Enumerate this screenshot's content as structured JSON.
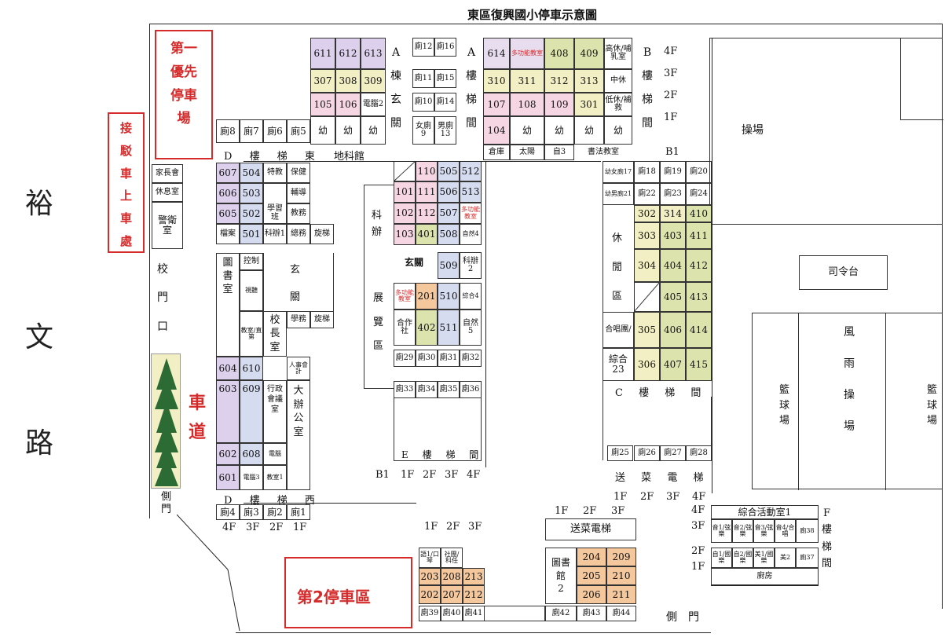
{
  "title": "東區復興國小停車示意圖",
  "street": [
    "裕",
    "文",
    "路"
  ],
  "labels": {
    "parking1": [
      "第一",
      "優先",
      "停車",
      "場"
    ],
    "pickup": [
      "接",
      "駁",
      "車",
      "上",
      "車",
      "處"
    ],
    "driveway": [
      "車",
      "道"
    ],
    "parking2": "第2停車區",
    "playground": "操場",
    "podium": "司令台",
    "basketball": [
      "籃",
      "球",
      "場"
    ],
    "rain_field": [
      "風",
      "雨",
      "操",
      "場"
    ],
    "school_gate": [
      "校",
      "門",
      "口"
    ],
    "side_gate": [
      "側",
      "門"
    ],
    "side_gate_bottom": "側　門",
    "guard": [
      "警衛",
      "室"
    ],
    "parents": "家長會",
    "rest": "休息室",
    "library": [
      "圖",
      "書",
      "室"
    ],
    "lobby": [
      "玄",
      "關"
    ],
    "principal": [
      "校",
      "長",
      "室"
    ],
    "office": [
      "大",
      "辦",
      "公",
      "室"
    ],
    "admin_meeting": [
      "行政",
      "會議",
      "室"
    ],
    "rest_area": [
      "休",
      "閒",
      "區"
    ],
    "exhibit": [
      "展",
      "覽",
      "區"
    ],
    "science_office": [
      "科",
      "辦"
    ],
    "earth_hall": "地科館",
    "calligraphy": "書法教室",
    "catering_lift": "送菜電梯",
    "activity_room": "綜合活動室1",
    "kitchen": "廚房",
    "library2": [
      "圖書",
      "館",
      "2"
    ]
  },
  "floor_labels": {
    "f4": "4F",
    "f3": "3F",
    "f2": "2F",
    "f1": "1F",
    "b1": "B1"
  },
  "stairs": {
    "a": [
      "A",
      "棟",
      "玄",
      "關"
    ],
    "a2": [
      "A",
      "樓",
      "梯",
      "間"
    ],
    "b": [
      "B",
      "樓",
      "梯",
      "間"
    ],
    "c": [
      "C",
      "樓",
      "梯",
      "間"
    ],
    "d": [
      "D",
      "樓",
      "梯",
      "東"
    ],
    "d2": [
      "D",
      "樓",
      "梯",
      "西"
    ],
    "e": [
      "E",
      "樓",
      "梯",
      "間"
    ],
    "f": [
      "F",
      "樓",
      "梯",
      "間"
    ],
    "send": [
      "送",
      "菜",
      "電",
      "梯"
    ]
  },
  "top_block": {
    "row4": [
      "611",
      "612",
      "613",
      "614",
      "多功能教室",
      "408",
      "409",
      "高休/哺乳室"
    ],
    "row3": [
      "307",
      "308",
      "309",
      "310",
      "311",
      "312",
      "313",
      "中休"
    ],
    "row2": [
      "105",
      "106",
      "電腦2",
      "107",
      "108",
      "109",
      "301",
      "低休/補救"
    ],
    "row1": [
      "幼",
      "幼",
      "幼",
      "104",
      "幼",
      "幼",
      "幼",
      "幼"
    ],
    "toilets_a": [
      "廁12",
      "廁16",
      "廁11",
      "廁15",
      "廁10",
      "廁14",
      "女廁9",
      "男廁13"
    ],
    "bottom": [
      "倉庫",
      "太陽",
      "自3"
    ]
  },
  "left_block": {
    "toilets_top": [
      "廁8",
      "廁7",
      "廁6",
      "廁5"
    ],
    "rows": [
      [
        "607",
        "504",
        "特教",
        "保健"
      ],
      [
        "606",
        "503",
        "",
        "輔導"
      ],
      [
        "605",
        "502",
        "學習班",
        "教務"
      ],
      [
        "檔案",
        "501",
        "科辦1",
        "總務",
        "旋梯"
      ]
    ],
    "control": "控制",
    "av": "視聽",
    "teacher": "教室/直第",
    "academic": "學務",
    "spiral2": "旋梯",
    "personnel": "人事會計",
    "lower": [
      "604",
      "610",
      "603",
      "609",
      "602",
      "608",
      "601",
      "電腦",
      "電腦3",
      "教室1"
    ],
    "toilets_bottom": [
      "廁4",
      "廁3",
      "廁2",
      "廁1"
    ],
    "floors_bottom": [
      "4F",
      "3F",
      "2F",
      "1F"
    ]
  },
  "center_block": {
    "rows": [
      [
        "110",
        "505",
        "512"
      ],
      [
        "101",
        "111",
        "506",
        "513"
      ],
      [
        "102",
        "112",
        "507",
        "多功能教室"
      ],
      [
        "103",
        "401",
        "508",
        "自然4"
      ]
    ],
    "lobby": "玄關",
    "r509": "509",
    "sci2": "科辦2",
    "multi": "多功能教室",
    "r201": "201",
    "r510": "510",
    "comp4": "綜合4",
    "coop": "合作社",
    "r402": "402",
    "r511": "511",
    "nat5": "自然5",
    "toilets1": [
      "廁29",
      "廁30",
      "廁31",
      "廁32"
    ],
    "toilets2": [
      "廁33",
      "廁34",
      "廁35",
      "廁36"
    ],
    "floors": [
      "B1",
      "1F",
      "2F",
      "3F",
      "4F"
    ]
  },
  "right_block": {
    "top": [
      "幼女廁17",
      "廁18",
      "廁19",
      "廁20",
      "幼男廁21",
      "廁22",
      "廁23",
      "廁24"
    ],
    "rows": [
      [
        "302",
        "314",
        "410"
      ],
      [
        "303",
        "403",
        "411"
      ],
      [
        "304",
        "404",
        "412"
      ],
      [
        "",
        "405",
        "413"
      ],
      [
        "305",
        "406",
        "414"
      ],
      [
        "306",
        "407",
        "415"
      ]
    ],
    "choir": "合唱團/",
    "comp23": "綜合23",
    "toilets": [
      "廁25",
      "廁26",
      "廁27",
      "廁28"
    ],
    "floors": [
      "1F",
      "2F",
      "3F",
      "4F"
    ]
  },
  "bottom_block": {
    "top_floors": [
      "1F",
      "2F",
      "3F"
    ],
    "rows": [
      [
        "語1/口琴",
        "社團/科任",
        ""
      ],
      [
        "203",
        "208",
        "213"
      ],
      [
        "202",
        "207",
        "212"
      ]
    ],
    "toilets": [
      "廁39",
      "廁40",
      "廁41"
    ],
    "lib_rooms": [
      "204",
      "209",
      "205",
      "210",
      "206",
      "211"
    ],
    "toilets2": [
      "廁42",
      "廁43",
      "廁44"
    ],
    "floors2": [
      "1F",
      "2F",
      "3F"
    ]
  },
  "activity_block": {
    "rooms": [
      "音1/弦樂",
      "音2/弦樂",
      "音3/弦樂",
      "音4/合唱",
      "廁38",
      "自1/國樂",
      "自2/國樂",
      "美1/國樂",
      "美2",
      "廁37"
    ],
    "floors": [
      "4F",
      "3F",
      "2F",
      "1F"
    ]
  }
}
